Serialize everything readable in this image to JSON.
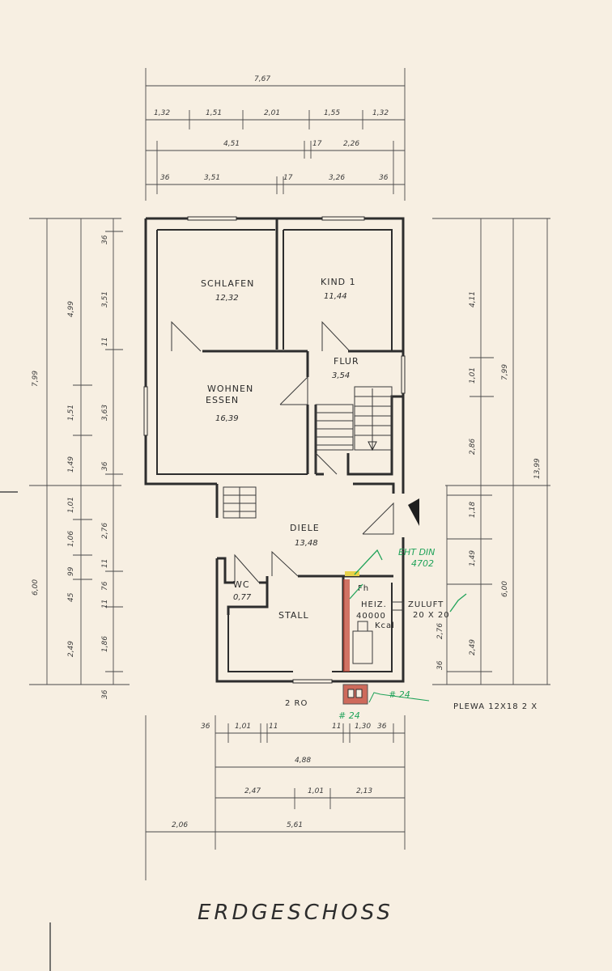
{
  "title": "ERDGESCHOSS",
  "rooms": {
    "schlafen": {
      "name": "SCHLAFEN",
      "area": "12,32"
    },
    "kind": {
      "name": "KIND 1",
      "area": "11,44"
    },
    "flur": {
      "name": "FLUR",
      "area": "3,54"
    },
    "wohnen_1": "WOHNEN",
    "wohnen_2": "ESSEN",
    "wohnen_area": "16,39",
    "diele": {
      "name": "DIELE",
      "area": "13,48"
    },
    "wc": {
      "name": "WC",
      "area": "0,77"
    },
    "stall": {
      "name": "STALL"
    },
    "heiz_1": "HEIZ.",
    "heiz_2": "40000",
    "heiz_unit": "Kcal"
  },
  "notes": {
    "zuluft_1": "ZULUFT",
    "zuluft_2": "20 X 20",
    "plewa": "PLEWA 12X18   2 X",
    "bottom_2ro": "2 RO",
    "fh": "Fh"
  },
  "annotations": {
    "green_1": "EHT DIN",
    "green_2": "4702",
    "green_3": "# 24",
    "green_4": "# 24"
  },
  "dims_top": {
    "row1": [
      "7,67"
    ],
    "row2": [
      "1,32",
      "1,51",
      "2,01",
      "1,55",
      "1,32"
    ],
    "row3": [
      "4,51",
      "17",
      "2,26"
    ],
    "row4": [
      "36",
      "3,51",
      "17",
      "3,26",
      "36"
    ]
  },
  "dims_bottom": {
    "row1": [
      "36",
      "1,01",
      "11",
      "11",
      "1,30",
      "36"
    ],
    "row2": [
      "4,88"
    ],
    "row3": [
      "2,47",
      "1,01",
      "2,13"
    ],
    "row4": [
      "2,06",
      "5,61"
    ]
  },
  "dims_left": {
    "outer": [
      "7,99",
      "6,00"
    ],
    "mid": [
      "4,99",
      "1,51",
      "1,49",
      "1,01",
      "1,06",
      "99",
      "45",
      "2,49"
    ],
    "inner": [
      "36",
      "3,51",
      "11",
      "3,63",
      "36",
      "2,76",
      "11",
      "76",
      "11",
      "1,86",
      "36"
    ]
  },
  "dims_right": {
    "outer": [
      "13,99"
    ],
    "mid": [
      "7,99",
      "6,00"
    ],
    "inner": [
      "4,11",
      "1,01",
      "2,86",
      "1,18",
      "1,49",
      "2,49",
      "2,76",
      "36"
    ]
  },
  "colors": {
    "paper": "#f7efe2",
    "ink": "#2d2d2d",
    "annotation_green": "#21a35a",
    "chimney_red": "#c44a3a",
    "highlight_yellow": "#e8d24a"
  }
}
